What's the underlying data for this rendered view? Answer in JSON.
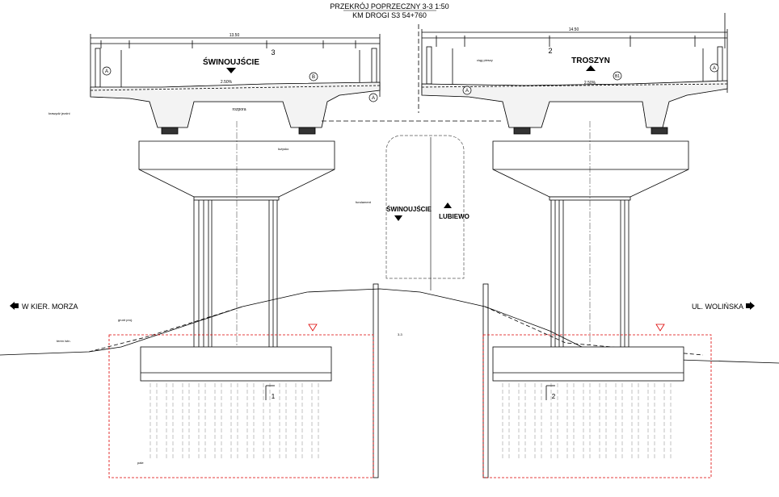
{
  "title": {
    "line1": "PRZEKRÓJ POPRZECZNY 3-3 1:50",
    "line2": "KM DROGI S3 54+760"
  },
  "directions": {
    "left": "W KIER. MORZA",
    "right": "UL. WOLIŃSKA"
  },
  "decks": {
    "left_arrow_label": "ŚWINOUJŚCIE",
    "right_arrow_label": "TROSZYN"
  },
  "vehicle": {
    "label_left": "ŚWINOUJŚCIE",
    "label_right": "LUBIEWO"
  },
  "section_marks": {
    "left": "1",
    "right": "2",
    "deck_left": "3",
    "deck_right": "2"
  },
  "point_labels": {
    "a_left_outer": "A",
    "b_left": "B",
    "a_left_center": "A",
    "a_right_center": "A",
    "b_right": "B1",
    "a_right_outer": "A"
  },
  "annotations": {
    "dim_left_total": "13.50",
    "dim_right_total": "14.50",
    "cut_label": "3-3",
    "skos_left": "2.50%",
    "skos_right": "2.50%",
    "rozpora": "rozpora",
    "ciag_pieszy": "ciąg pieszy",
    "krawedz": "krawędź jezdni",
    "lozysko": "łożysko",
    "pale": "pale",
    "fundament": "fundament",
    "teren": "teren istn.",
    "grunt": "grunt proj."
  }
}
